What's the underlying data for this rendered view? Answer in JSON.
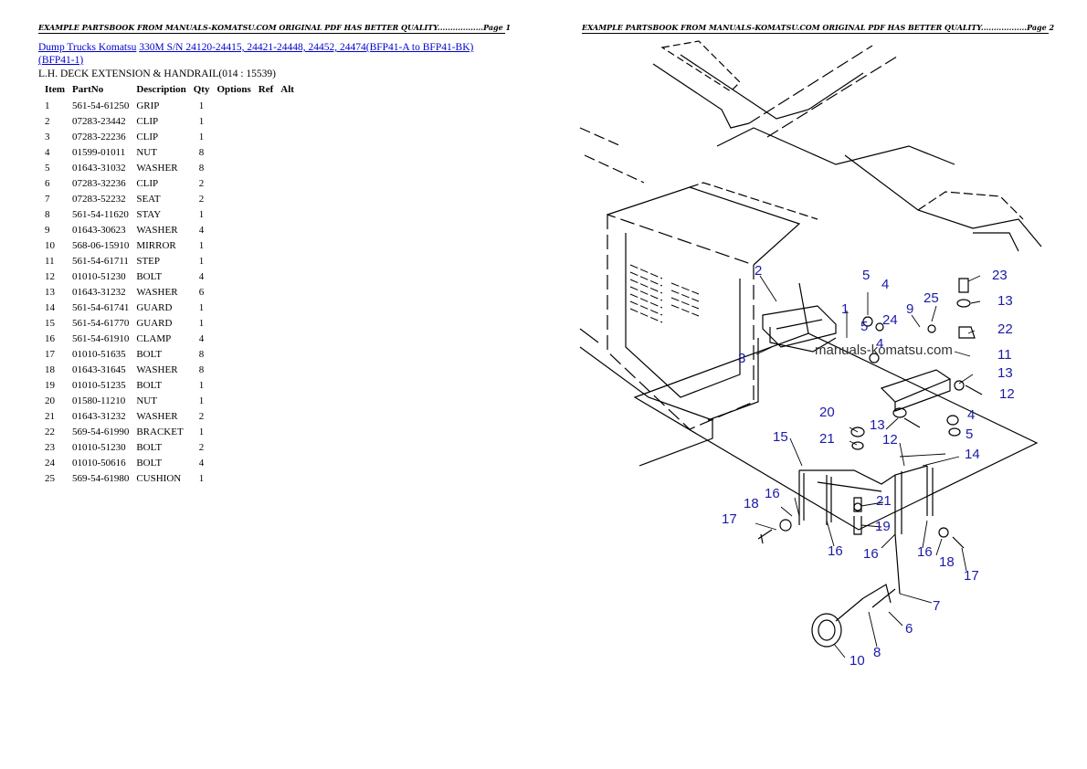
{
  "header_left": "EXAMPLE PARTSBOOK FROM MANUALS-KOMATSU.COM ORIGINAL PDF HAS BETTER QUALITY..................Page 1",
  "header_right": "EXAMPLE PARTSBOOK FROM MANUALS-KOMATSU.COM ORIGINAL PDF HAS BETTER QUALITY..................Page 2",
  "breadcrumb": {
    "link1": "Dump Trucks Komatsu",
    "link2": "330M S/N 24120-24415, 24421-24448, 24452, 24474(BFP41-A to BFP41-BK)(BFP41-1)"
  },
  "section_title": "L.H. DECK EXTENSION & HANDRAIL(014 : 15539)",
  "table": {
    "headers": [
      "Item",
      "PartNo",
      "Description",
      "Qty",
      "Options",
      "Ref",
      "Alt"
    ],
    "rows": [
      [
        "1",
        "561-54-61250",
        "GRIP",
        "1"
      ],
      [
        "2",
        "07283-23442",
        "CLIP",
        "1"
      ],
      [
        "3",
        "07283-22236",
        "CLIP",
        "1"
      ],
      [
        "4",
        "01599-01011",
        "NUT",
        "8"
      ],
      [
        "5",
        "01643-31032",
        "WASHER",
        "8"
      ],
      [
        "6",
        "07283-32236",
        "CLIP",
        "2"
      ],
      [
        "7",
        "07283-52232",
        "SEAT",
        "2"
      ],
      [
        "8",
        "561-54-11620",
        "STAY",
        "1"
      ],
      [
        "9",
        "01643-30623",
        "WASHER",
        "4"
      ],
      [
        "10",
        "568-06-15910",
        "MIRROR",
        "1"
      ],
      [
        "11",
        "561-54-61711",
        "STEP",
        "1"
      ],
      [
        "12",
        "01010-51230",
        "BOLT",
        "4"
      ],
      [
        "13",
        "01643-31232",
        "WASHER",
        "6"
      ],
      [
        "14",
        "561-54-61741",
        "GUARD",
        "1"
      ],
      [
        "15",
        "561-54-61770",
        "GUARD",
        "1"
      ],
      [
        "16",
        "561-54-61910",
        "CLAMP",
        "4"
      ],
      [
        "17",
        "01010-51635",
        "BOLT",
        "8"
      ],
      [
        "18",
        "01643-31645",
        "WASHER",
        "8"
      ],
      [
        "19",
        "01010-51235",
        "BOLT",
        "1"
      ],
      [
        "20",
        "01580-11210",
        "NUT",
        "1"
      ],
      [
        "21",
        "01643-31232",
        "WASHER",
        "2"
      ],
      [
        "22",
        "569-54-61990",
        "BRACKET",
        "1"
      ],
      [
        "23",
        "01010-51230",
        "BOLT",
        "2"
      ],
      [
        "24",
        "01010-50616",
        "BOLT",
        "4"
      ],
      [
        "25",
        "569-54-61980",
        "CUSHION",
        "1"
      ]
    ]
  },
  "diagram": {
    "watermark": "manuals-komatsu.com",
    "callouts": [
      "1",
      "2",
      "3",
      "4",
      "5",
      "6",
      "7",
      "8",
      "9",
      "10",
      "11",
      "12",
      "13",
      "14",
      "15",
      "16",
      "17",
      "18",
      "19",
      "20",
      "21",
      "22",
      "23",
      "24",
      "25"
    ]
  }
}
